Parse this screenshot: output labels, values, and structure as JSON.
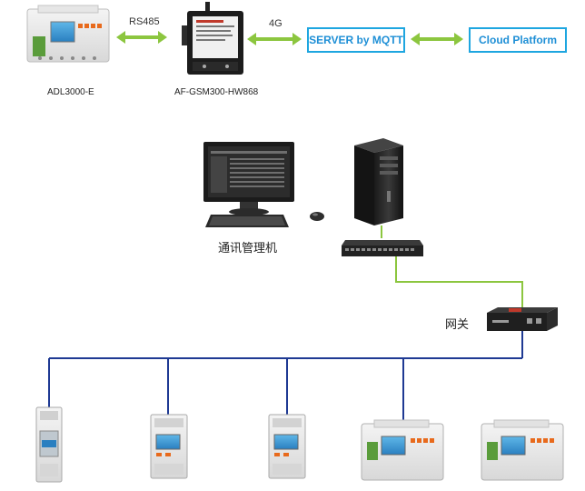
{
  "top_chain": {
    "meter_label": "ADL3000-E",
    "gateway_label": "AF-GSM300-HW868",
    "link1_label": "RS485",
    "link2_label": "4G",
    "server_box": "SERVER by MQTT",
    "cloud_box": "Cloud Platform"
  },
  "network": {
    "pc_label": "通讯管理机",
    "gateway_label": "网关"
  },
  "colors": {
    "arrow_green": "#8cc63f",
    "box_border": "#1ea6e0",
    "box_text": "#1e8fd6",
    "bus_blue": "#1f3a93",
    "uplink_green": "#8cc63f"
  }
}
